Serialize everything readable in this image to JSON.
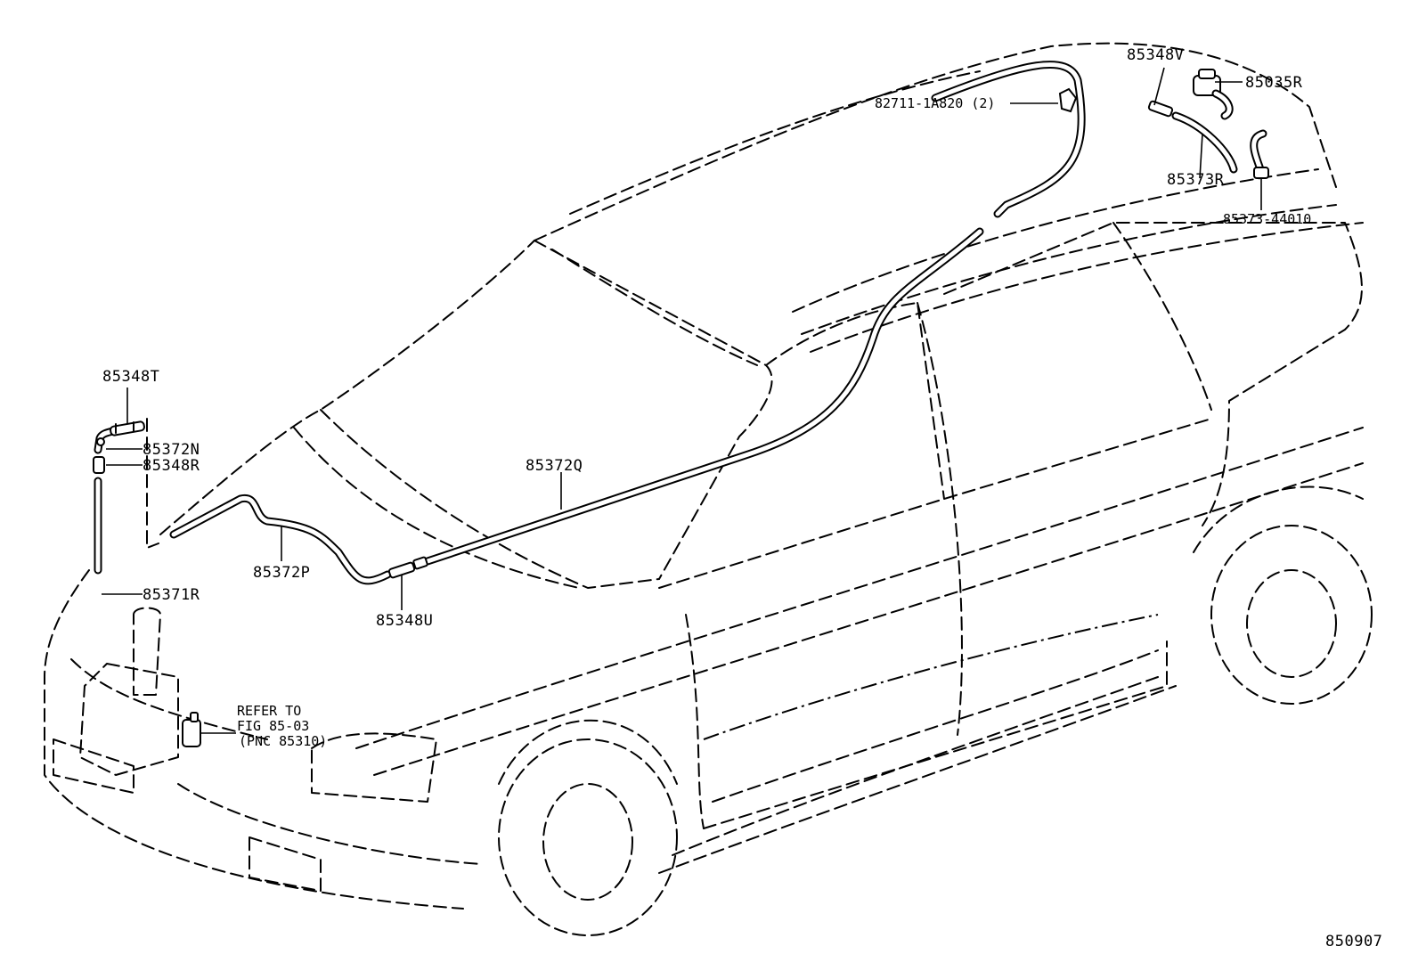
{
  "callouts": {
    "c_85348V": "85348V",
    "c_85035R": "85035R",
    "c_82711": "82711-1A820 (2)",
    "c_85373R": "85373R",
    "c_85373_44010": "85373-44010",
    "c_85348T": "85348T",
    "c_85372N": "85372N",
    "c_85348R": "85348R",
    "c_85372Q": "85372Q",
    "c_85372P": "85372P",
    "c_85371R": "85371R",
    "c_85348U": "85348U"
  },
  "reference_note": {
    "line1": "REFER TO",
    "line2": "FIG 85-03",
    "line3": "(PNC 85310)"
  },
  "figure_number": "850907"
}
